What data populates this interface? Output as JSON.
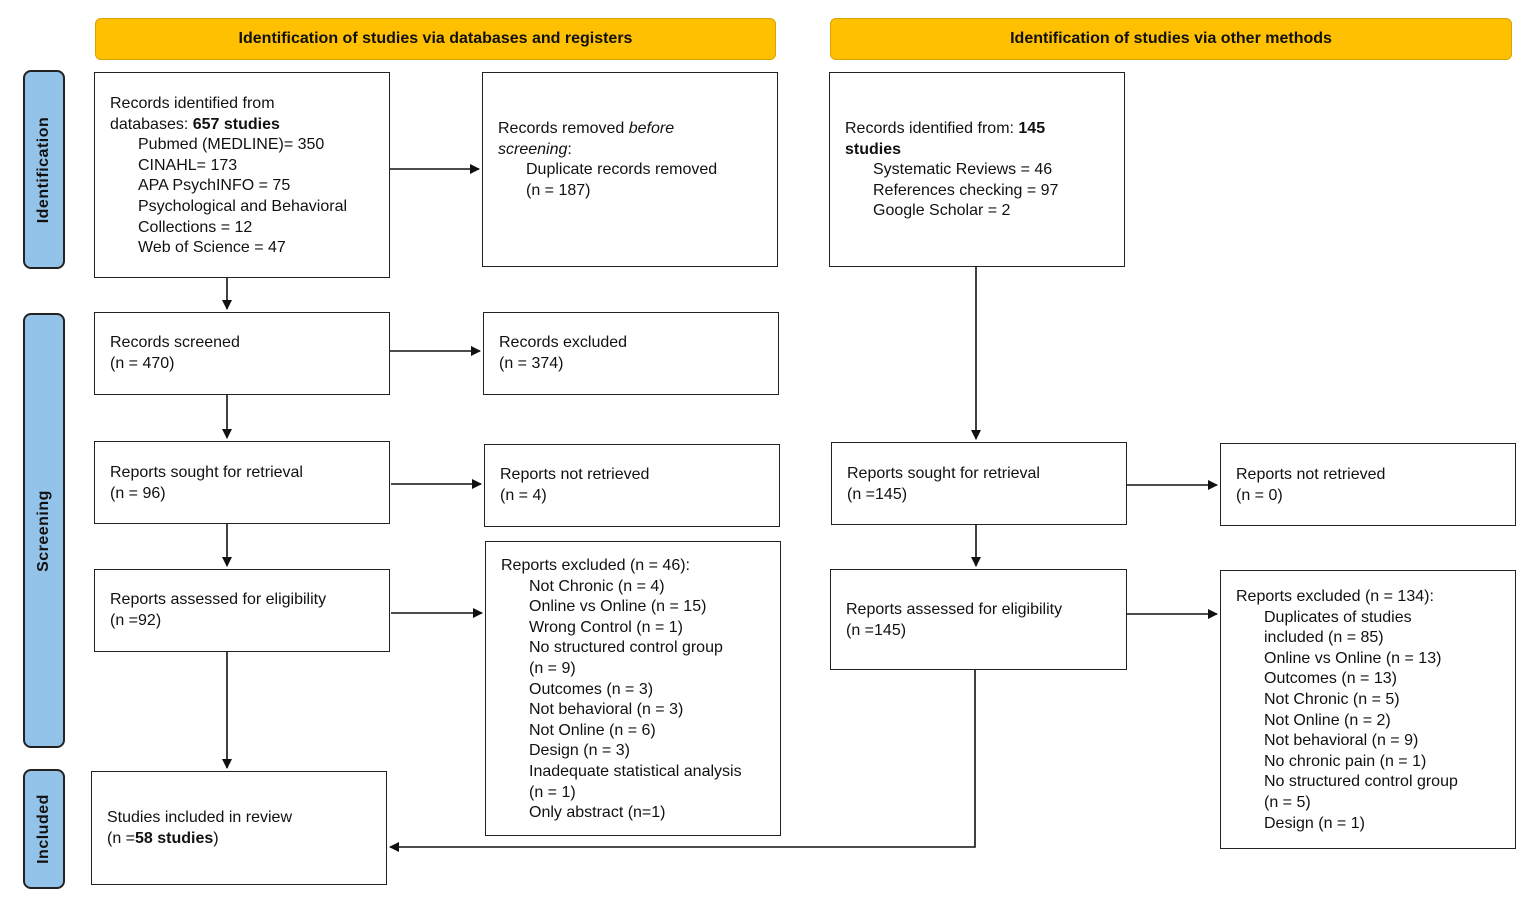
{
  "headers": {
    "databases": "Identification of studies via databases and registers",
    "other": "Identification of studies via other methods"
  },
  "sides": {
    "identification": "Identification",
    "screening": "Screening",
    "included": "Included"
  },
  "db": {
    "identified": {
      "line1": "Records identified from",
      "line2_prefix": "databases: ",
      "line2_bold": "657 studies",
      "sources": [
        "Pubmed (MEDLINE)= 350",
        "CINAHL= 173",
        "APA PsychINFO = 75",
        "Psychological and Behavioral",
        "Collections = 12",
        "Web of Science = 47"
      ]
    },
    "removed": {
      "line1_prefix": "Records removed ",
      "line1_italic": "before",
      "line2_italic": "screening",
      "line2_suffix": ":",
      "line3": "Duplicate records removed",
      "line4": "(n = 187)"
    },
    "screened": {
      "label": "Records screened",
      "n": "(n = 470)"
    },
    "excluded": {
      "label": "Records excluded",
      "n": "(n = 374)"
    },
    "sought": {
      "label": "Reports sought for retrieval",
      "n": "(n = 96)"
    },
    "not_retrieved": {
      "label": "Reports not retrieved",
      "n": "(n = 4)"
    },
    "assessed": {
      "label": "Reports assessed for eligibility",
      "n": "(n =92)"
    },
    "reports_excluded": {
      "title": "Reports excluded (n = 46):",
      "items": [
        "Not Chronic (n = 4)",
        "Online vs Online (n = 15)",
        "Wrong Control (n = 1)",
        "No structured control group",
        " (n = 9)",
        "Outcomes (n = 3)",
        "Not behavioral (n = 3)",
        "Not Online (n = 6)",
        "Design (n = 3)",
        "Inadequate statistical analysis",
        "(n = 1)",
        "Only abstract (n=1)"
      ]
    },
    "included": {
      "label": "Studies included in review",
      "n_prefix": "(n =",
      "n_bold": "58 studies",
      "n_suffix": ")"
    }
  },
  "other": {
    "identified": {
      "line1_prefix": "Records identified from: ",
      "line1_bold": "145",
      "line2_bold": "studies",
      "sources": [
        "Systematic Reviews = 46",
        "References checking = 97",
        "Google Scholar = 2"
      ]
    },
    "sought": {
      "label": "Reports sought for retrieval",
      "n": "(n =145)"
    },
    "not_retrieved": {
      "label": "Reports not retrieved",
      "n": "(n = 0)"
    },
    "assessed": {
      "label": "Reports assessed for eligibility",
      "n": "(n =145)"
    },
    "reports_excluded": {
      "title": "Reports excluded (n = 134):",
      "items": [
        "Duplicates of studies",
        "included (n = 85)",
        "Online vs Online (n = 13)",
        "Outcomes (n = 13)",
        "Not Chronic (n = 5)",
        "Not Online (n = 2)",
        "Not behavioral (n = 9)",
        "No chronic pain (n = 1)",
        "No structured control group",
        "(n = 5)",
        "Design (n = 1)"
      ]
    }
  }
}
